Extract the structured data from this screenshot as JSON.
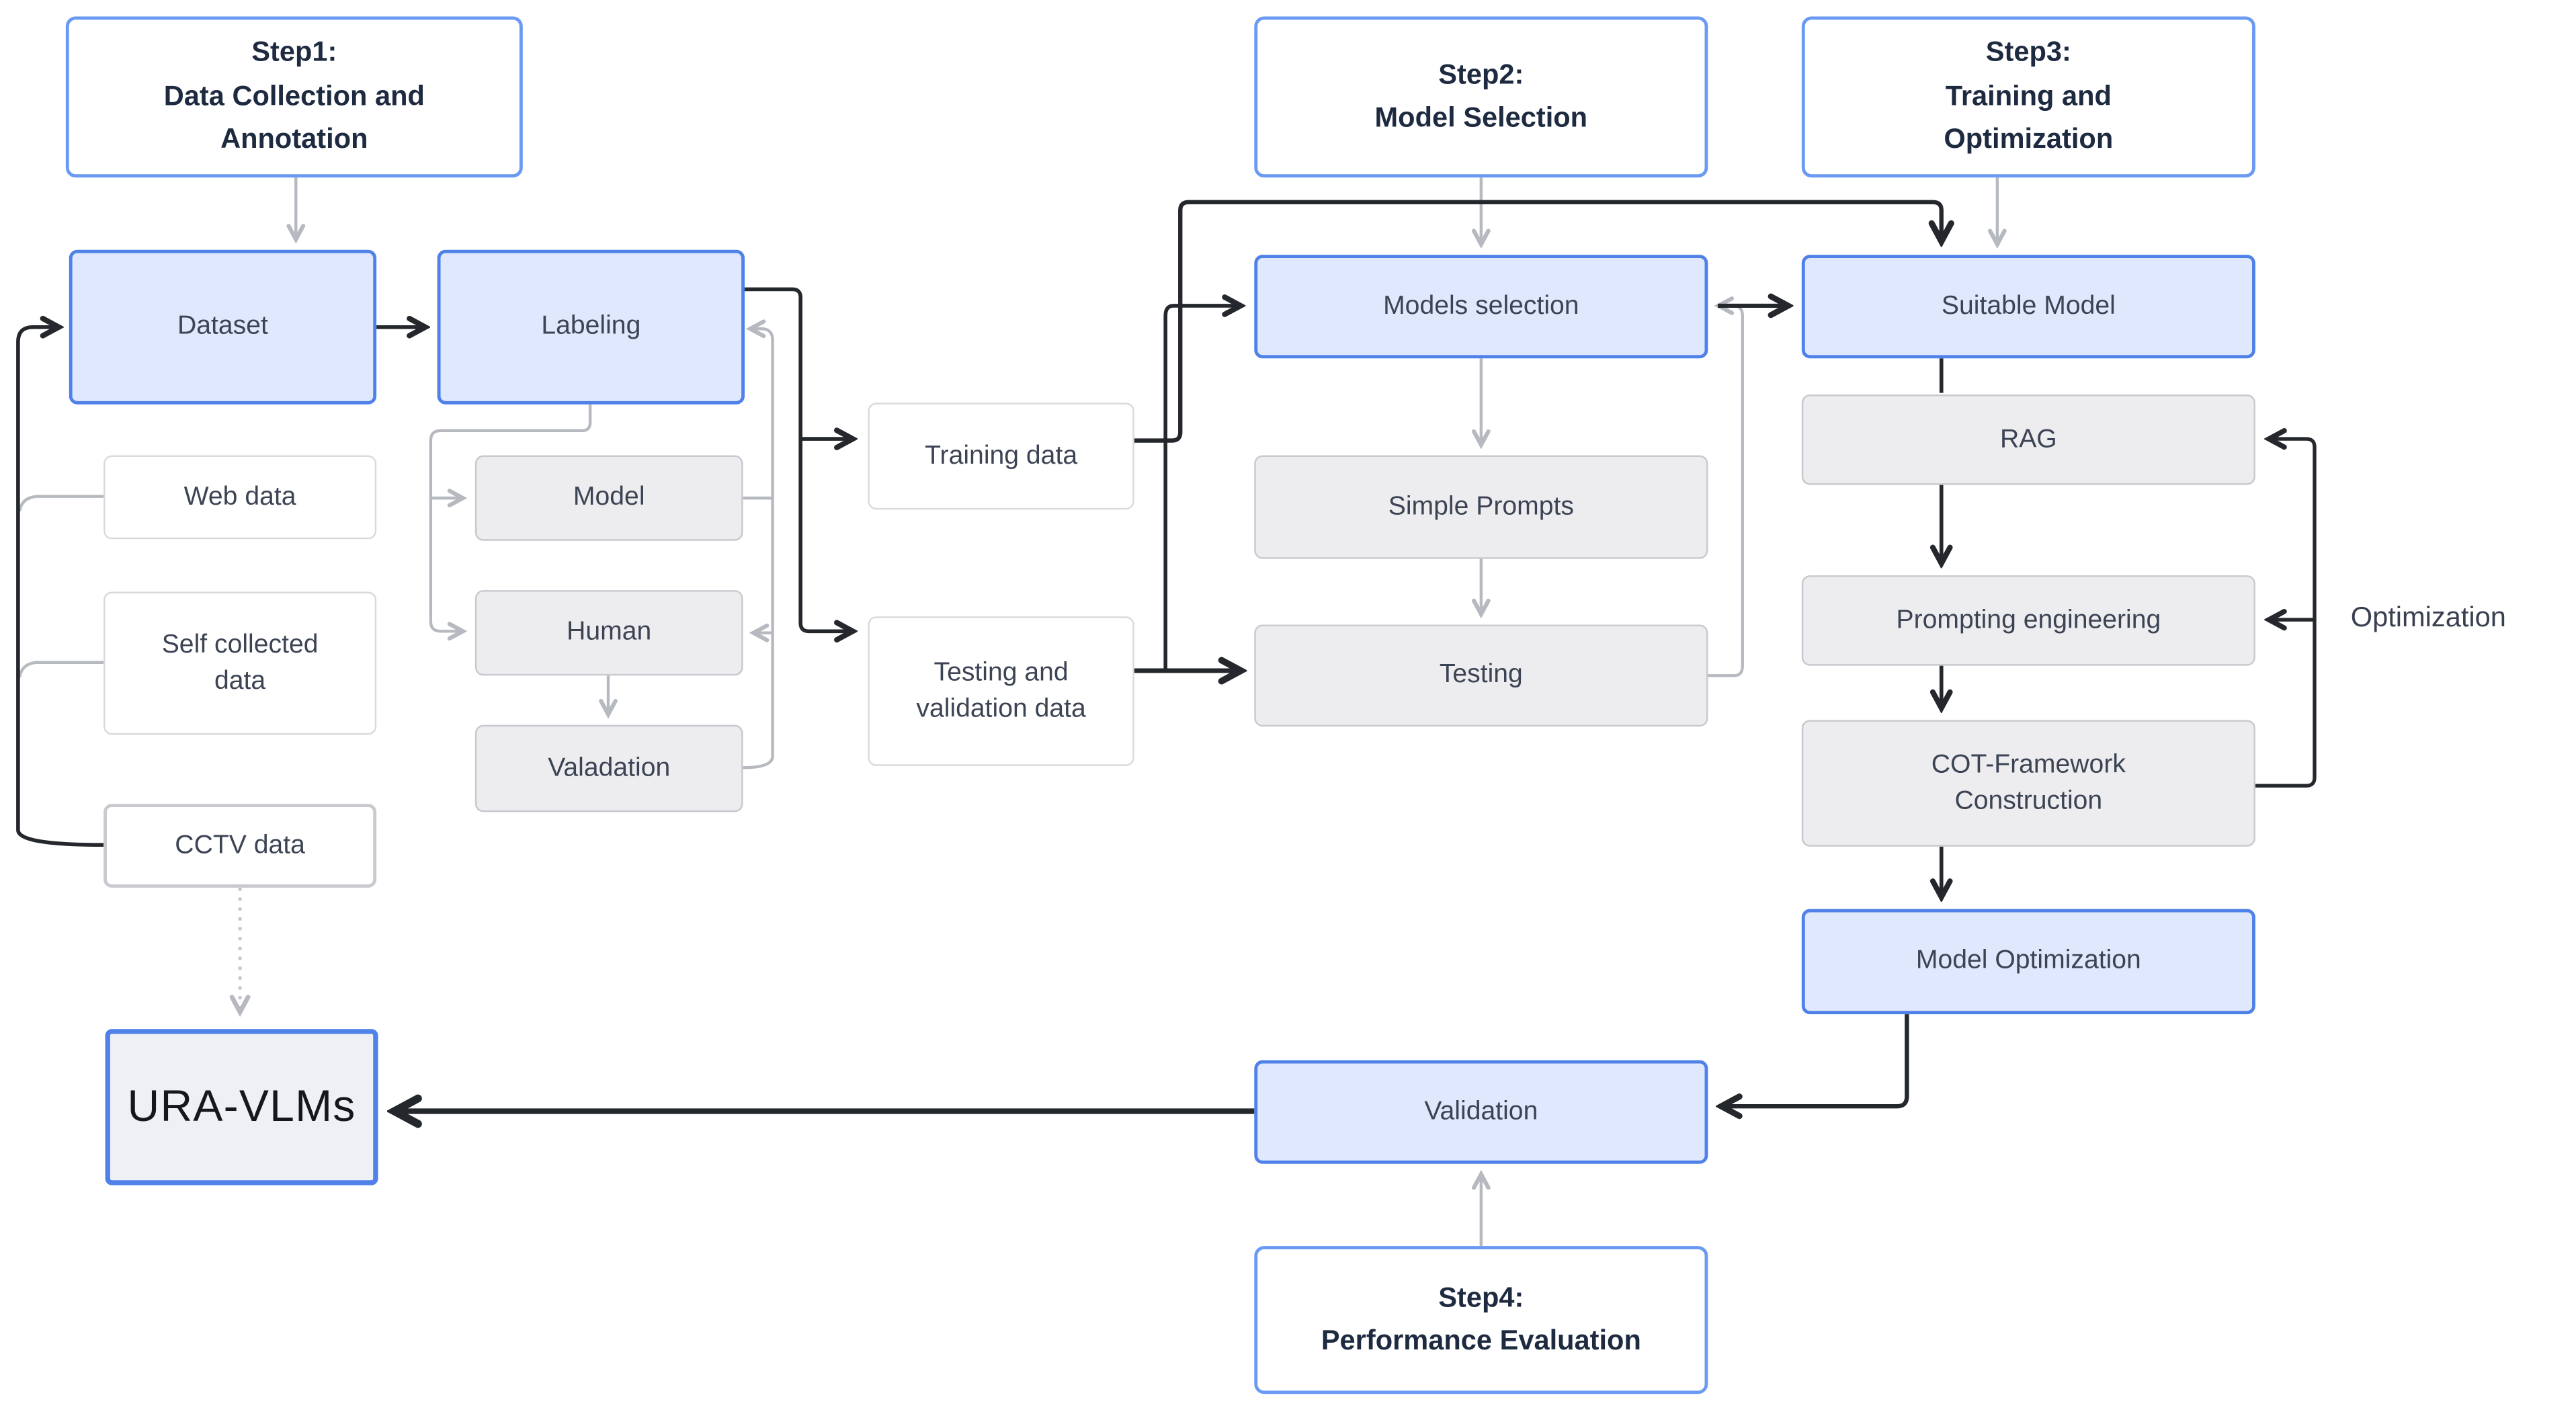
{
  "figure": {
    "colors": {
      "bg": "#ffffff",
      "step_border": "#6b9af2",
      "step_text": "#1d2a40",
      "blue_fill": "#dfe8fc",
      "blue_border": "#4f81e8",
      "gray_fill": "#ededf0",
      "gray_border": "#c7c9ce",
      "white_fill": "#ffffff",
      "white_border": "#d9dade",
      "white_border_strong": "#c9cacf",
      "node_text": "#3c4454",
      "edge_dark": "#24272c",
      "edge_gray": "#b6b9bf",
      "edge_dot": "#c4c7cc",
      "ura_fill": "#eef0f3",
      "ura_border": "#4f81e8",
      "ura_text": "#15171c",
      "label_text": "#394050"
    },
    "step_boxes": {
      "step1": "Step1:\nData Collection and\nAnnotation",
      "step2": "Step2:\nModel Selection",
      "step3": "Step3:\nTraining and\nOptimization",
      "step4": "Step4:\nPerformance Evaluation"
    },
    "nodes": {
      "dataset": "Dataset",
      "labeling": "Labeling",
      "web_data": "Web data",
      "self_collected_data": "Self collected\ndata",
      "cctv_data": "CCTV data",
      "model": "Model",
      "human": "Human",
      "valadation": "Valadation",
      "training_data": "Training data",
      "testing_validation_data": "Testing and\nvalidation data",
      "models_selection": "Models selection",
      "simple_prompts": "Simple Prompts",
      "testing": "Testing",
      "suitable_model": "Suitable Model",
      "rag": "RAG",
      "prompting_engineering": "Prompting engineering",
      "cot_framework_construction": "COT-Framework\nConstruction",
      "model_optimization": "Model Optimization",
      "validation": "Validation",
      "ura_vlms": "URA-VLMs"
    },
    "labels": {
      "optimization": "Optimization"
    }
  }
}
